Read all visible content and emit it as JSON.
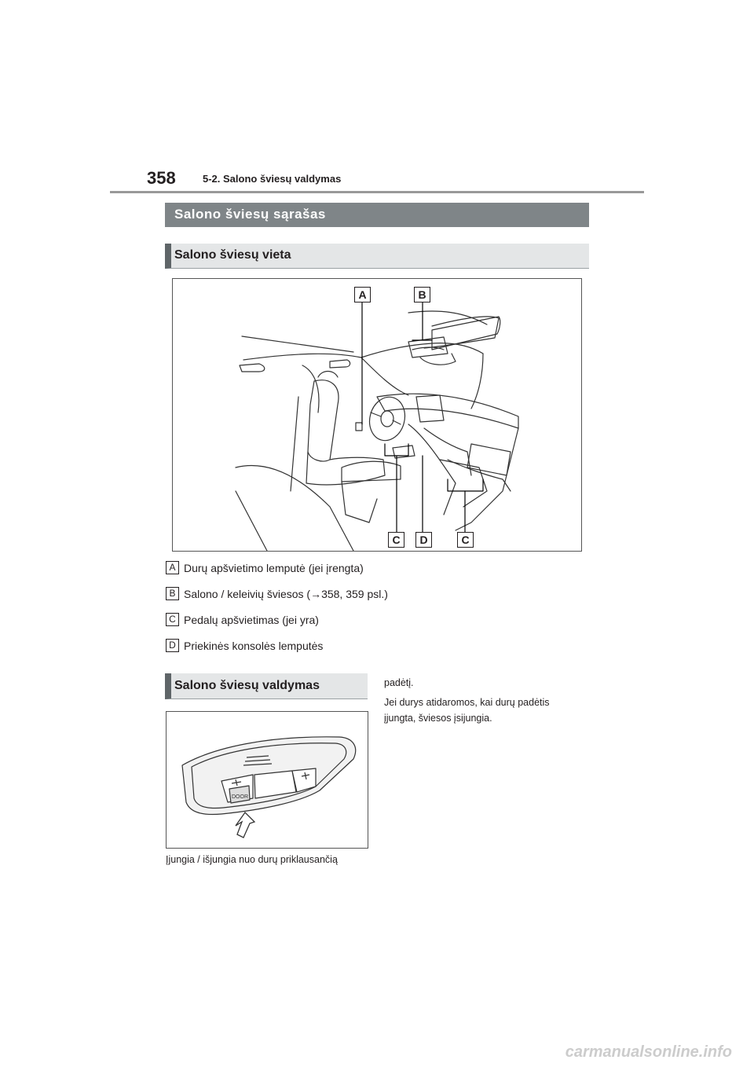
{
  "header": {
    "page_number": "358",
    "chapter": "5-2. Salono šviesų valdymas"
  },
  "section": {
    "title": "Salono šviesų sąrašas"
  },
  "subsection1": {
    "title": "Salono šviesų vieta"
  },
  "figure1": {
    "callouts": [
      "A",
      "B",
      "C",
      "D",
      "C"
    ]
  },
  "legend": [
    {
      "key": "A",
      "text": "Durų apšvietimo lemputė (jei įrengta)"
    },
    {
      "key": "B",
      "text": "Salono / keleivių šviesos (→358, 359 psl.)"
    },
    {
      "key": "C",
      "text": "Pedalų apšvietimas (jei yra)"
    },
    {
      "key": "D",
      "text": "Priekinės konsolės lemputės"
    }
  ],
  "subsection2": {
    "title": "Salono šviesų valdymas"
  },
  "figure2": {
    "door_label": "DOOR"
  },
  "caption_left": "Įjungia / išjungia nuo durų priklausančią",
  "right_col": {
    "line1": "padėtį.",
    "line2": "Jei durys atidaromos, kai durų padėtis",
    "line3": "įjungta, šviesos įsijungia."
  },
  "watermark": "carmanualsonline.info"
}
